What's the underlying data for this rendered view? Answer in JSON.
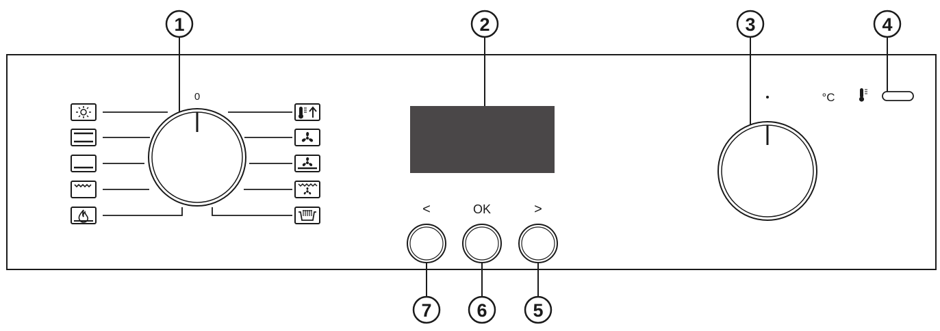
{
  "callouts": [
    {
      "id": 1,
      "label": "1",
      "target": "function-selector-knob"
    },
    {
      "id": 2,
      "label": "2",
      "target": "display-screen"
    },
    {
      "id": 3,
      "label": "3",
      "target": "temperature-knob"
    },
    {
      "id": 4,
      "label": "4",
      "target": "temperature-indicator-light"
    },
    {
      "id": 5,
      "label": "5",
      "target": "next-button"
    },
    {
      "id": 6,
      "label": "6",
      "target": "ok-button"
    },
    {
      "id": 7,
      "label": "7",
      "target": "prev-button"
    }
  ],
  "function_knob": {
    "zero_label": "0",
    "left_icons": [
      "light-bulb-icon",
      "top-bottom-heat-icon",
      "bottom-heat-icon",
      "grill-icon",
      "pizza-flame-icon"
    ],
    "right_icons": [
      "rapid-preheat-icon",
      "fan-heat-icon",
      "fan-bottom-heat-icon",
      "fan-grill-icon",
      "defrost-icon"
    ]
  },
  "buttons": {
    "prev_label": "<",
    "ok_label": "OK",
    "next_label": ">"
  },
  "temperature": {
    "unit_label": "°C"
  },
  "colors": {
    "stroke": "#1a1a1a",
    "display": "#4a4748",
    "panel": "#ffffff"
  }
}
